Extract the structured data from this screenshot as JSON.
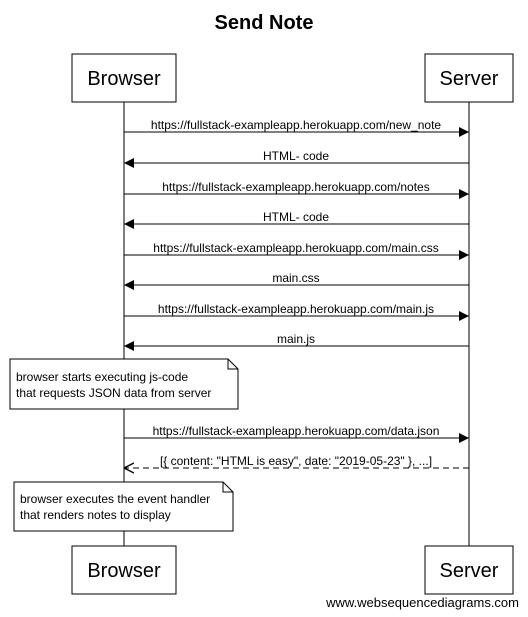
{
  "title": "Send Note",
  "participants": [
    "Browser",
    "Server"
  ],
  "messages": [
    {
      "from": "Browser",
      "to": "Server",
      "label": "https://fullstack-exampleapp.herokuapp.com/new_note",
      "dashed": false
    },
    {
      "from": "Server",
      "to": "Browser",
      "label": "HTML- code",
      "dashed": false
    },
    {
      "from": "Browser",
      "to": "Server",
      "label": "https://fullstack-exampleapp.herokuapp.com/notes",
      "dashed": false
    },
    {
      "from": "Server",
      "to": "Browser",
      "label": "HTML- code",
      "dashed": false
    },
    {
      "from": "Browser",
      "to": "Server",
      "label": "https://fullstack-exampleapp.herokuapp.com/main.css",
      "dashed": false
    },
    {
      "from": "Server",
      "to": "Browser",
      "label": "main.css",
      "dashed": false
    },
    {
      "from": "Browser",
      "to": "Server",
      "label": "https://fullstack-exampleapp.herokuapp.com/main.js",
      "dashed": false
    },
    {
      "from": "Server",
      "to": "Browser",
      "label": "main.js",
      "dashed": false
    },
    {
      "from": "Browser",
      "to": "Server",
      "label": "https://fullstack-exampleapp.herokuapp.com/data.json",
      "dashed": false
    },
    {
      "from": "Server",
      "to": "Browser",
      "label": "[{ content: \"HTML is easy\", date: \"2019-05-23\" }, ...]",
      "dashed": true
    }
  ],
  "notes": [
    {
      "lines": [
        "browser starts executing js-code",
        "that requests JSON data from server"
      ]
    },
    {
      "lines": [
        "browser executes the event handler",
        "that renders notes to display"
      ]
    }
  ],
  "footer": "www.websequencediagrams.com"
}
